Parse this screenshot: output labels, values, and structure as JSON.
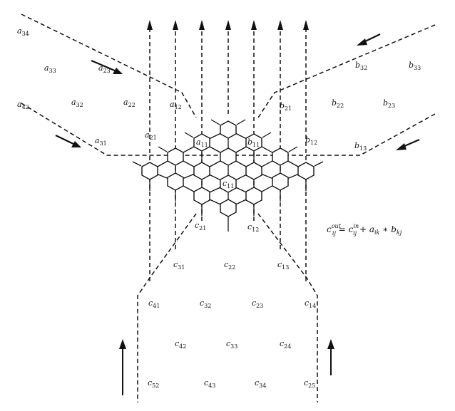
{
  "diagram": {
    "a_labels": [
      {
        "letter": "a",
        "sub": "34"
      },
      {
        "letter": "a",
        "sub": "33"
      },
      {
        "letter": "a",
        "sub": "23"
      },
      {
        "letter": "a",
        "sub": "42"
      },
      {
        "letter": "a",
        "sub": "32"
      },
      {
        "letter": "a",
        "sub": "22"
      },
      {
        "letter": "a",
        "sub": "12"
      },
      {
        "letter": "a",
        "sub": "31"
      },
      {
        "letter": "a",
        "sub": "21"
      },
      {
        "letter": "a",
        "sub": "11"
      }
    ],
    "b_labels": [
      {
        "letter": "b",
        "sub": "32"
      },
      {
        "letter": "b",
        "sub": "33"
      },
      {
        "letter": "b",
        "sub": "21"
      },
      {
        "letter": "b",
        "sub": "22"
      },
      {
        "letter": "b",
        "sub": "23"
      },
      {
        "letter": "b",
        "sub": "12"
      },
      {
        "letter": "b",
        "sub": "13"
      },
      {
        "letter": "b",
        "sub": "11"
      }
    ],
    "c_labels": [
      {
        "letter": "c",
        "sub": "11"
      },
      {
        "letter": "c",
        "sub": "21"
      },
      {
        "letter": "c",
        "sub": "12"
      },
      {
        "letter": "c",
        "sub": "31"
      },
      {
        "letter": "c",
        "sub": "22"
      },
      {
        "letter": "c",
        "sub": "13"
      },
      {
        "letter": "c",
        "sub": "41"
      },
      {
        "letter": "c",
        "sub": "32"
      },
      {
        "letter": "c",
        "sub": "23"
      },
      {
        "letter": "c",
        "sub": "14"
      },
      {
        "letter": "c",
        "sub": "42"
      },
      {
        "letter": "c",
        "sub": "33"
      },
      {
        "letter": "c",
        "sub": "24"
      },
      {
        "letter": "c",
        "sub": "52"
      },
      {
        "letter": "c",
        "sub": "43"
      },
      {
        "letter": "c",
        "sub": "34"
      },
      {
        "letter": "c",
        "sub": "25"
      }
    ],
    "formula": {
      "lhs": "c",
      "lhs_sub": "ij",
      "lhs_sup": "out",
      "eq": " = ",
      "rhs1": "c",
      "rhs1_sub": "ij",
      "rhs1_sup": "in",
      "plus": " + ",
      "a": "a",
      "a_sub": "ik",
      "times": " ∗ ",
      "b": "b",
      "b_sub": "kj"
    }
  }
}
